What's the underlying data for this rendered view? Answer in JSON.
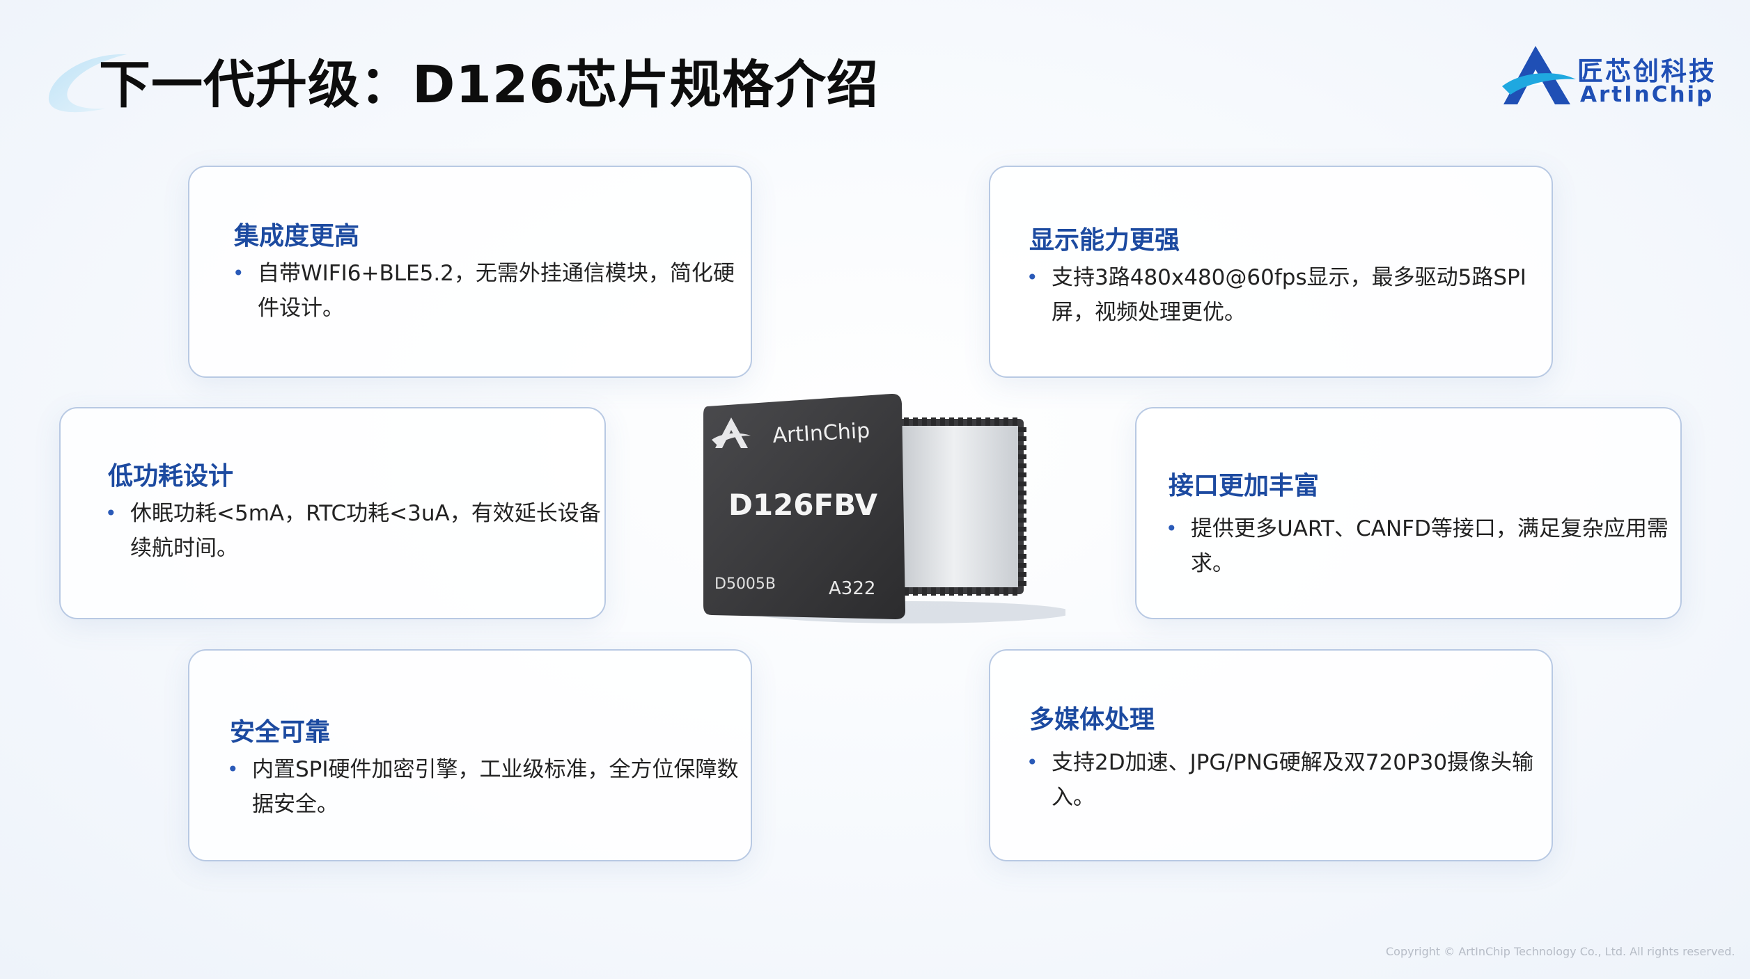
{
  "header": {
    "title": "下一代升级：D126芯片规格介绍"
  },
  "logo": {
    "name_cn": "匠芯创科技",
    "name_en": "ArtInChip"
  },
  "chip": {
    "brand": "ArtInChip",
    "model": "D126FBV",
    "code_left": "D5005B",
    "code_right": "A322"
  },
  "cards": [
    {
      "title": "集成度更高",
      "text": "自带WIFI6+BLE5.2，无需外挂通信模块，简化硬件设计。"
    },
    {
      "title": "显示能力更强",
      "text": "支持3路480x480@60fps显示，最多驱动5路SPI屏，视频处理更优。"
    },
    {
      "title": "低功耗设计",
      "text": "休眠功耗<5mA，RTC功耗<3uA，有效延长设备续航时间。"
    },
    {
      "title": "接口更加丰富",
      "text": "提供更多UART、CANFD等接口，满足复杂应用需求。"
    },
    {
      "title": "安全可靠",
      "text": "内置SPI硬件加密引擎，工业级标准，全方位保障数据安全。"
    },
    {
      "title": "多媒体处理",
      "text": "支持2D加速、JPG/PNG硬解及双720P30摄像头输入。"
    }
  ],
  "footer": {
    "copyright": "Copyright © ArtInChip Technology Co., Ltd. All rights reserved."
  },
  "colors": {
    "accent": "#1c4aa0",
    "brand": "#1f4fb5",
    "card_border": "#b8c9e3",
    "chip_body": "#3a3a3c"
  }
}
